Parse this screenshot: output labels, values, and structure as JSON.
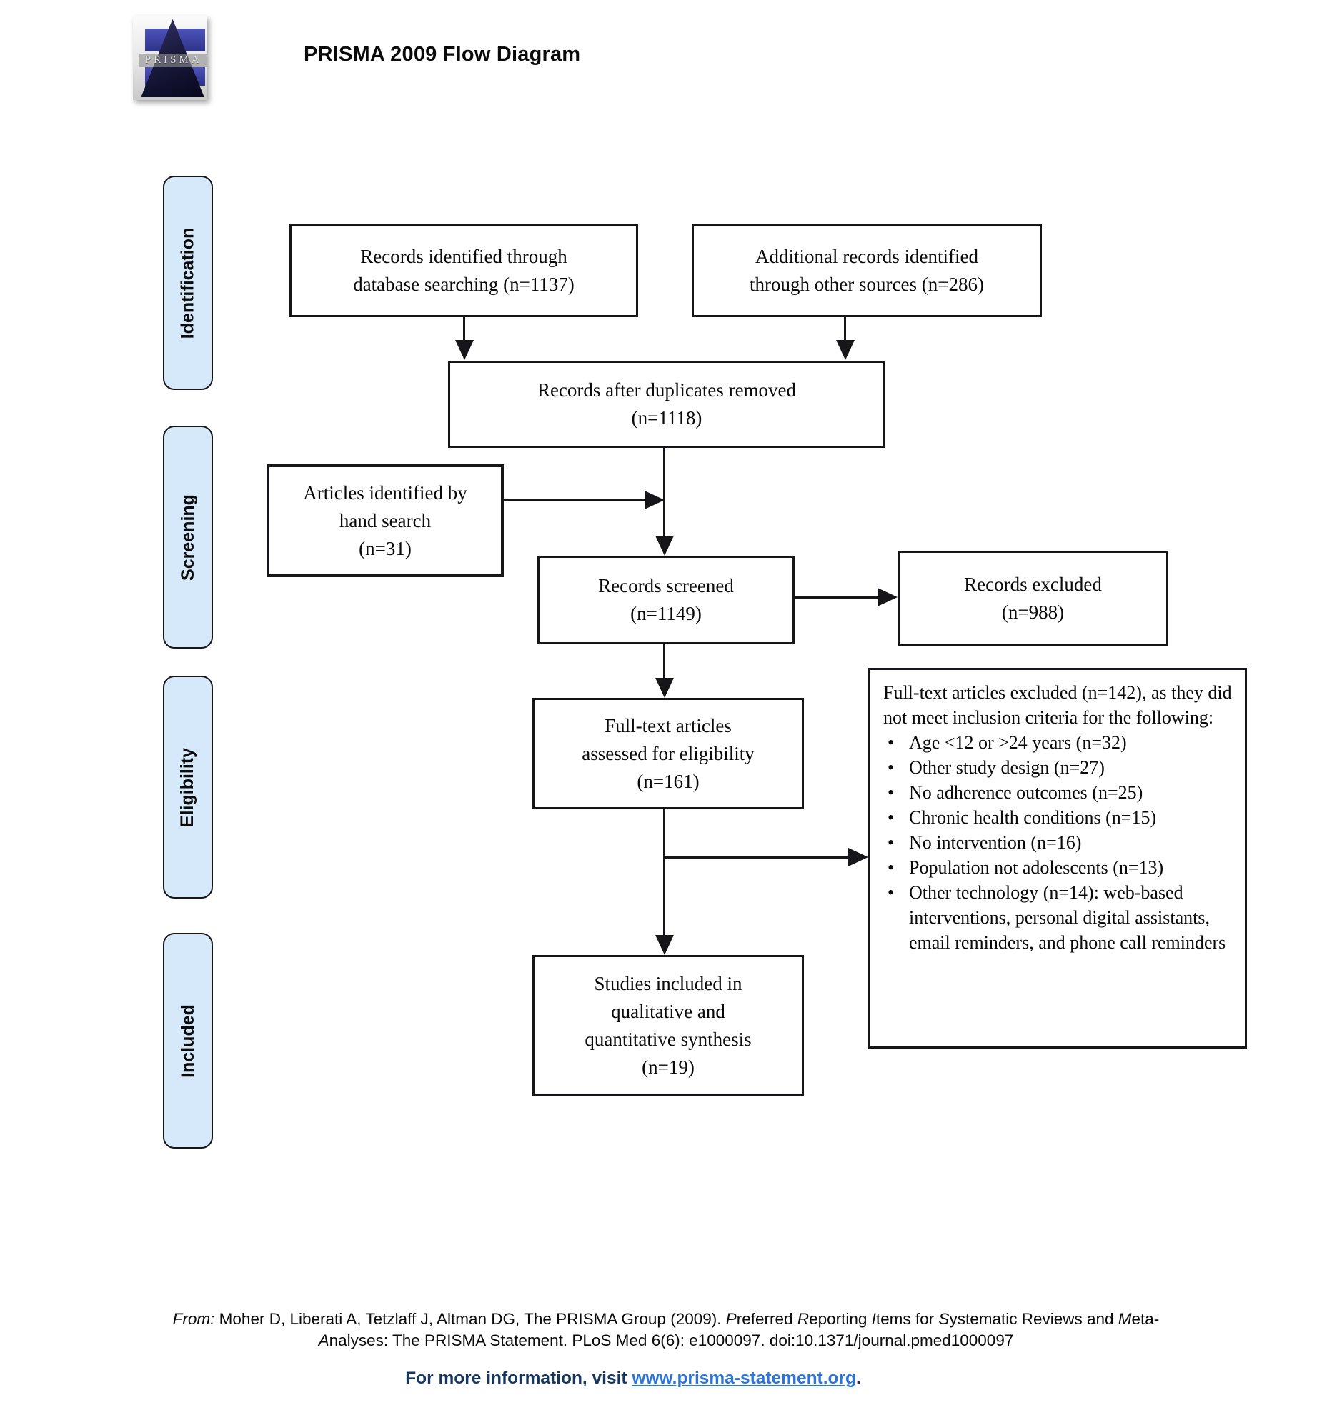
{
  "header": {
    "logo_text": "PRISMA",
    "title": "PRISMA 2009 Flow Diagram"
  },
  "stages": [
    {
      "label": "Identification"
    },
    {
      "label": "Screening"
    },
    {
      "label": "Eligibility"
    },
    {
      "label": "Included"
    }
  ],
  "flow": {
    "db_search": "Records identified through\ndatabase searching (n=1137)",
    "other_sources": "Additional records identified\nthrough other sources (n=286)",
    "after_duplicates": "Records after duplicates removed\n(n=1118)",
    "hand_search": "Articles identified by\nhand search\n(n=31)",
    "screened": "Records screened\n(n=1149)",
    "excluded": "Records excluded\n(n=988)",
    "fulltext_assessed": "Full-text articles\nassessed for eligibility\n(n=161)",
    "included": "Studies included in\nqualitative and\nquantitative synthesis\n(n=19)",
    "fulltext_excluded": {
      "intro": "Full-text articles excluded (n=142), as they did not meet inclusion criteria for the following:",
      "reasons": [
        "Age <12 or >24 years (n=32)",
        "Other study design (n=27)",
        "No adherence outcomes (n=25)",
        "Chronic health conditions (n=15)",
        "No intervention (n=16)",
        "Population not adolescents (n=13)",
        "Other technology (n=14): web-based interventions, personal digital assistants, email reminders, and phone call reminders"
      ]
    }
  },
  "footer": {
    "citation_runs": [
      {
        "text": "From:",
        "italic": true
      },
      {
        "text": "  Moher D, Liberati A, Tetzlaff J, Altman DG, The PRISMA Group (2009). ",
        "italic": false
      },
      {
        "text": "P",
        "italic": true
      },
      {
        "text": "referred ",
        "italic": false
      },
      {
        "text": "R",
        "italic": true
      },
      {
        "text": "eporting ",
        "italic": false
      },
      {
        "text": "I",
        "italic": true
      },
      {
        "text": "tems for ",
        "italic": false
      },
      {
        "text": "S",
        "italic": true
      },
      {
        "text": "ystematic Reviews and ",
        "italic": false
      },
      {
        "text": "M",
        "italic": true
      },
      {
        "text": "eta-",
        "italic": false
      },
      {
        "text": "\n",
        "italic": false
      },
      {
        "text": "A",
        "italic": true
      },
      {
        "text": "nalyses: The PRISMA Statement. PLoS Med 6(6): e1000097. doi:10.1371/journal.pmed1000097",
        "italic": false
      }
    ],
    "info_prefix": "For more information, visit ",
    "info_link": "www.prisma-statement.org",
    "info_suffix": "."
  },
  "colors": {
    "stage_fill": "#d6e9fa",
    "link": "#2e74d8",
    "info_text": "#17365d",
    "logo_blue": "#3a3f9d",
    "logo_triangle": "#07071c"
  }
}
